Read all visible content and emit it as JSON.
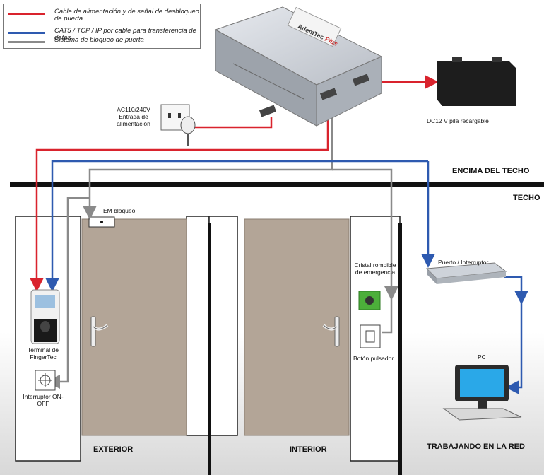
{
  "legend": [
    {
      "text": "Cable de alimentación y de señal de desbloqueo de puerta",
      "color": "#d9232d"
    },
    {
      "text": "CAT5 / TCP / IP por cable para transferencia de datos",
      "color": "#2e5ab0"
    },
    {
      "text": "Sistema de bloqueo de puerta",
      "color": "#8a8a8a"
    }
  ],
  "controller": {
    "brand": "AdemTec",
    "brand_suffix": "Plus"
  },
  "labels": {
    "power_input": "AC110/240V Entrada de alimentación",
    "battery": "DC12 V pila recargable",
    "above_ceiling": "ENCIMA DEL TECHO",
    "ceiling": "TECHO",
    "em_lock": "EM bloqueo",
    "switch": "Puerto / Interruptor",
    "emergency_glass": "Cristal rompible de emergencia",
    "push_button": "Botón pulsador",
    "terminal": "Terminal de FingerTec",
    "onoff_switch": "Interruptor ON-OFF",
    "pc": "PC",
    "exterior": "EXTERIOR",
    "interior": "INTERIOR",
    "network": "TRABAJANDO EN LA RED"
  },
  "colors": {
    "power": "#d9232d",
    "data": "#2e5ab0",
    "lock": "#8a8a8a",
    "door": "#b3a597"
  }
}
